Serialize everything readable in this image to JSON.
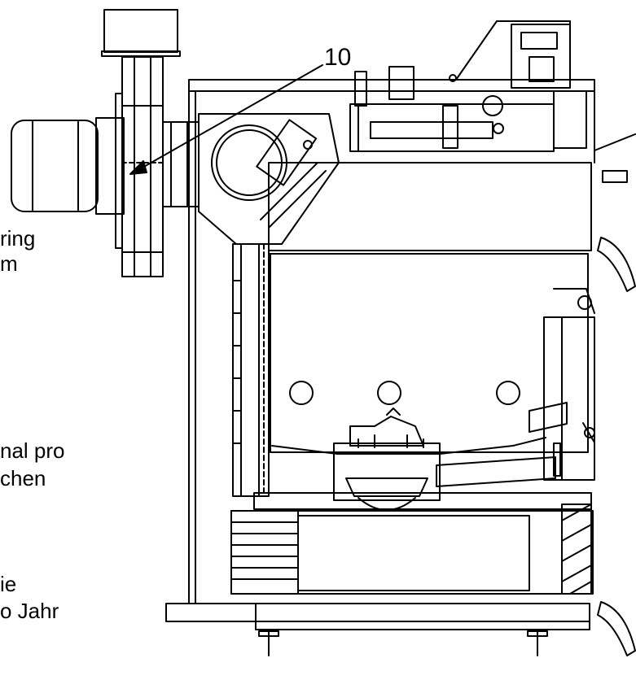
{
  "diagram": {
    "callout_number": "10",
    "labels": {
      "ring_text_line1": "ring",
      "ring_text_line2": "m",
      "pro_text_line1": "nal pro",
      "pro_text_line2": "chen",
      "jahr_text_line1": "ie",
      "jahr_text_line2": "o Jahr"
    },
    "colors": {
      "line": "#000000",
      "background": "#ffffff"
    }
  }
}
